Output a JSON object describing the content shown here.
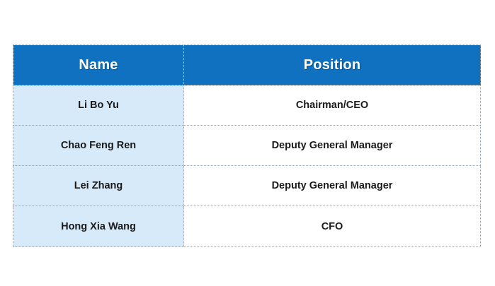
{
  "table": {
    "columns": [
      {
        "key": "name",
        "header": "Name"
      },
      {
        "key": "position",
        "header": "Position"
      }
    ],
    "rows": [
      {
        "name": "Li Bo Yu",
        "position": "Chairman/CEO"
      },
      {
        "name": "Chao Feng Ren",
        "position": "Deputy General Manager"
      },
      {
        "name": "Lei Zhang",
        "position": "Deputy General Manager"
      },
      {
        "name": "Hong Xia Wang",
        "position": "CFO"
      }
    ],
    "colors": {
      "header_background": "#0f71bf",
      "header_text": "#ffffff",
      "name_cell_background": "#d7eafa",
      "position_cell_background": "#ffffff",
      "body_text": "#1a1a1a",
      "grid_line": "#9aa4ad",
      "page_background": "#ffffff"
    }
  }
}
